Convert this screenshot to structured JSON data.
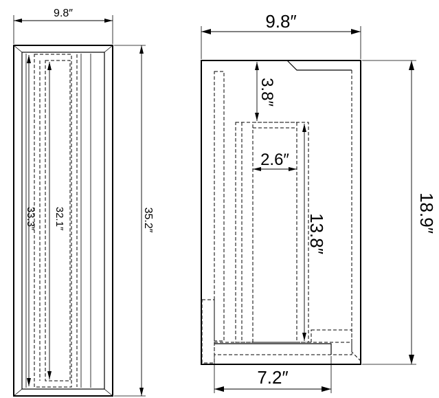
{
  "front_view": {
    "width_label": "9.8″",
    "height_label": "35.2″",
    "inner_outer_label": "33.3″",
    "inner_label": "32.1″"
  },
  "side_view": {
    "width_label": "9.8″",
    "height_label": "18.9″",
    "top_offset_label": "3.8″",
    "inner_width_label": "2.6″",
    "inner_height_label": "13.8″",
    "base_width_label": "7.2″"
  },
  "colors": {
    "line": "#000000",
    "background": "#ffffff"
  }
}
